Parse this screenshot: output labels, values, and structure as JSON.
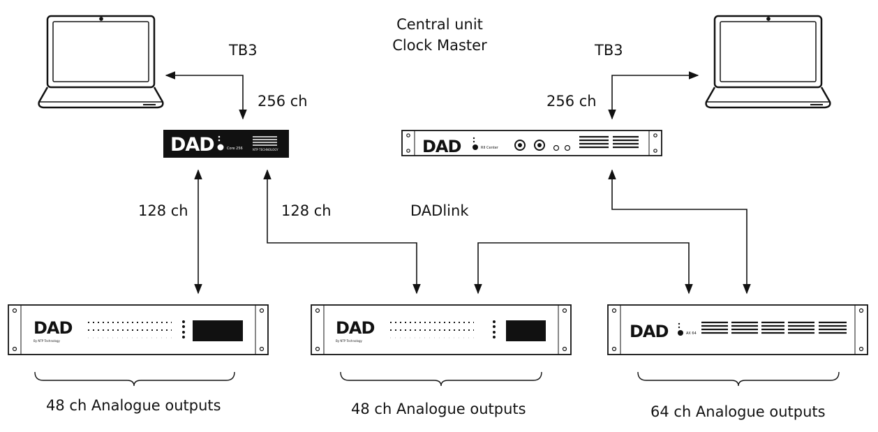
{
  "labels": {
    "central_unit": "Central unit",
    "clock_master": "Clock Master",
    "tb3_left": "TB3",
    "tb3_right": "TB3",
    "ch256_left": "256 ch",
    "ch256_right": "256 ch",
    "ch128_a": "128 ch",
    "ch128_b": "128 ch",
    "dadlink": "DADlink",
    "out_left": "48 ch Analogue outputs",
    "out_middle": "48 ch Analogue outputs",
    "out_right": "64 ch Analogue outputs"
  },
  "devices": {
    "core": {
      "logo": "DAD",
      "model": "Core 256",
      "maker": "NTP TECHNOLOGY"
    },
    "center": {
      "logo": "DAD",
      "model": "RII Center"
    },
    "ax_left": {
      "logo": "DAD",
      "tag": "By NTP Technology"
    },
    "ax_middle": {
      "logo": "DAD",
      "tag": "By NTP Technology"
    },
    "ax_right": {
      "logo": "DAD",
      "model": "AX 64"
    }
  },
  "colors": {
    "line": "#111111",
    "core_body": "#111111",
    "panel": "#ffffff"
  }
}
